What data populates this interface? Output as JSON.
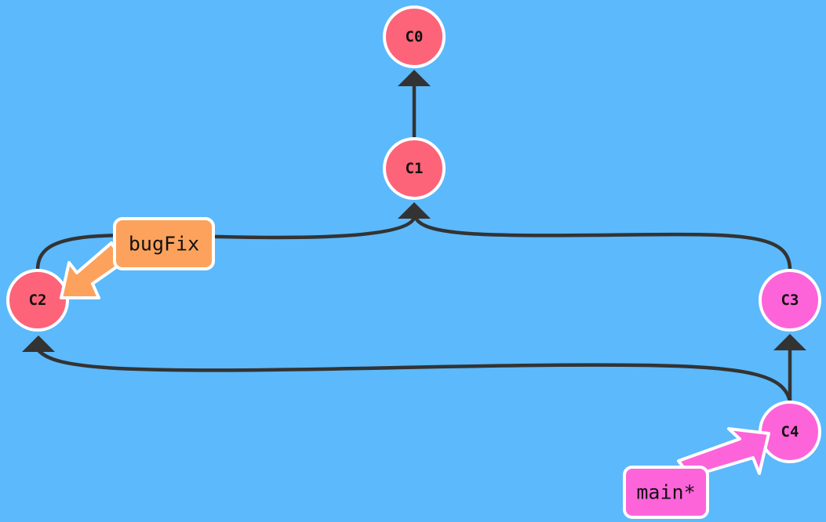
{
  "colors": {
    "background": "#5cb9fb",
    "edge": "#333333",
    "commit_default": "#fd6479",
    "commit_main": "#fd64d9",
    "branch_bugfix": "#fda25c",
    "branch_main": "#fd64d9",
    "outline": "#ffffff"
  },
  "commits": [
    {
      "id": "C0",
      "label": "C0",
      "branch": "default"
    },
    {
      "id": "C1",
      "label": "C1",
      "branch": "default"
    },
    {
      "id": "C2",
      "label": "C2",
      "branch": "default"
    },
    {
      "id": "C3",
      "label": "C3",
      "branch": "main"
    },
    {
      "id": "C4",
      "label": "C4",
      "branch": "main"
    }
  ],
  "edges": [
    {
      "from": "C1",
      "to": "C0"
    },
    {
      "from": "C2",
      "to": "C1"
    },
    {
      "from": "C3",
      "to": "C1"
    },
    {
      "from": "C4",
      "to": "C3"
    },
    {
      "from": "C4",
      "to": "C2"
    }
  ],
  "branches": [
    {
      "name": "bugFix",
      "target": "C2"
    },
    {
      "name": "main*",
      "target": "C4",
      "head": true
    }
  ]
}
